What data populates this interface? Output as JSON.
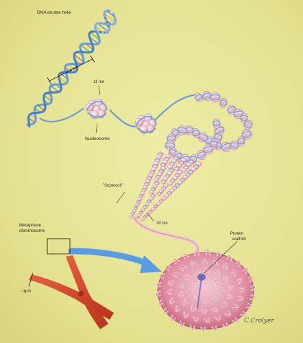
{
  "labels": {
    "dna": "DNA double helix",
    "dna_width": "3.4 nm",
    "fiber_11": "11 nm",
    "nucleosome": "Nucleosome",
    "supercoil": "\"Supercoil\"",
    "fiber_30": "30 nm",
    "metaphase_line1": "Metaphase",
    "metaphase_line2": "chromosome",
    "scale_1um": "~1μm",
    "scaffold_line1": "Protein",
    "scaffold_line2": "scaffold"
  },
  "signature": "C.Crolyer",
  "colors": {
    "background": "#e6e49a",
    "dna_strand": "#6c9bd8",
    "histone": "#ecd4dd",
    "histone_shade": "#c97992",
    "chromosome": "#d2472c",
    "arrow": "#5b9be3",
    "scaffold": "#d9788f"
  },
  "icons": [
    "dna-helix-icon",
    "nucleosome-icon",
    "supercoil-icon",
    "chromosome-icon",
    "arrow-icon",
    "scaffold-icon"
  ]
}
